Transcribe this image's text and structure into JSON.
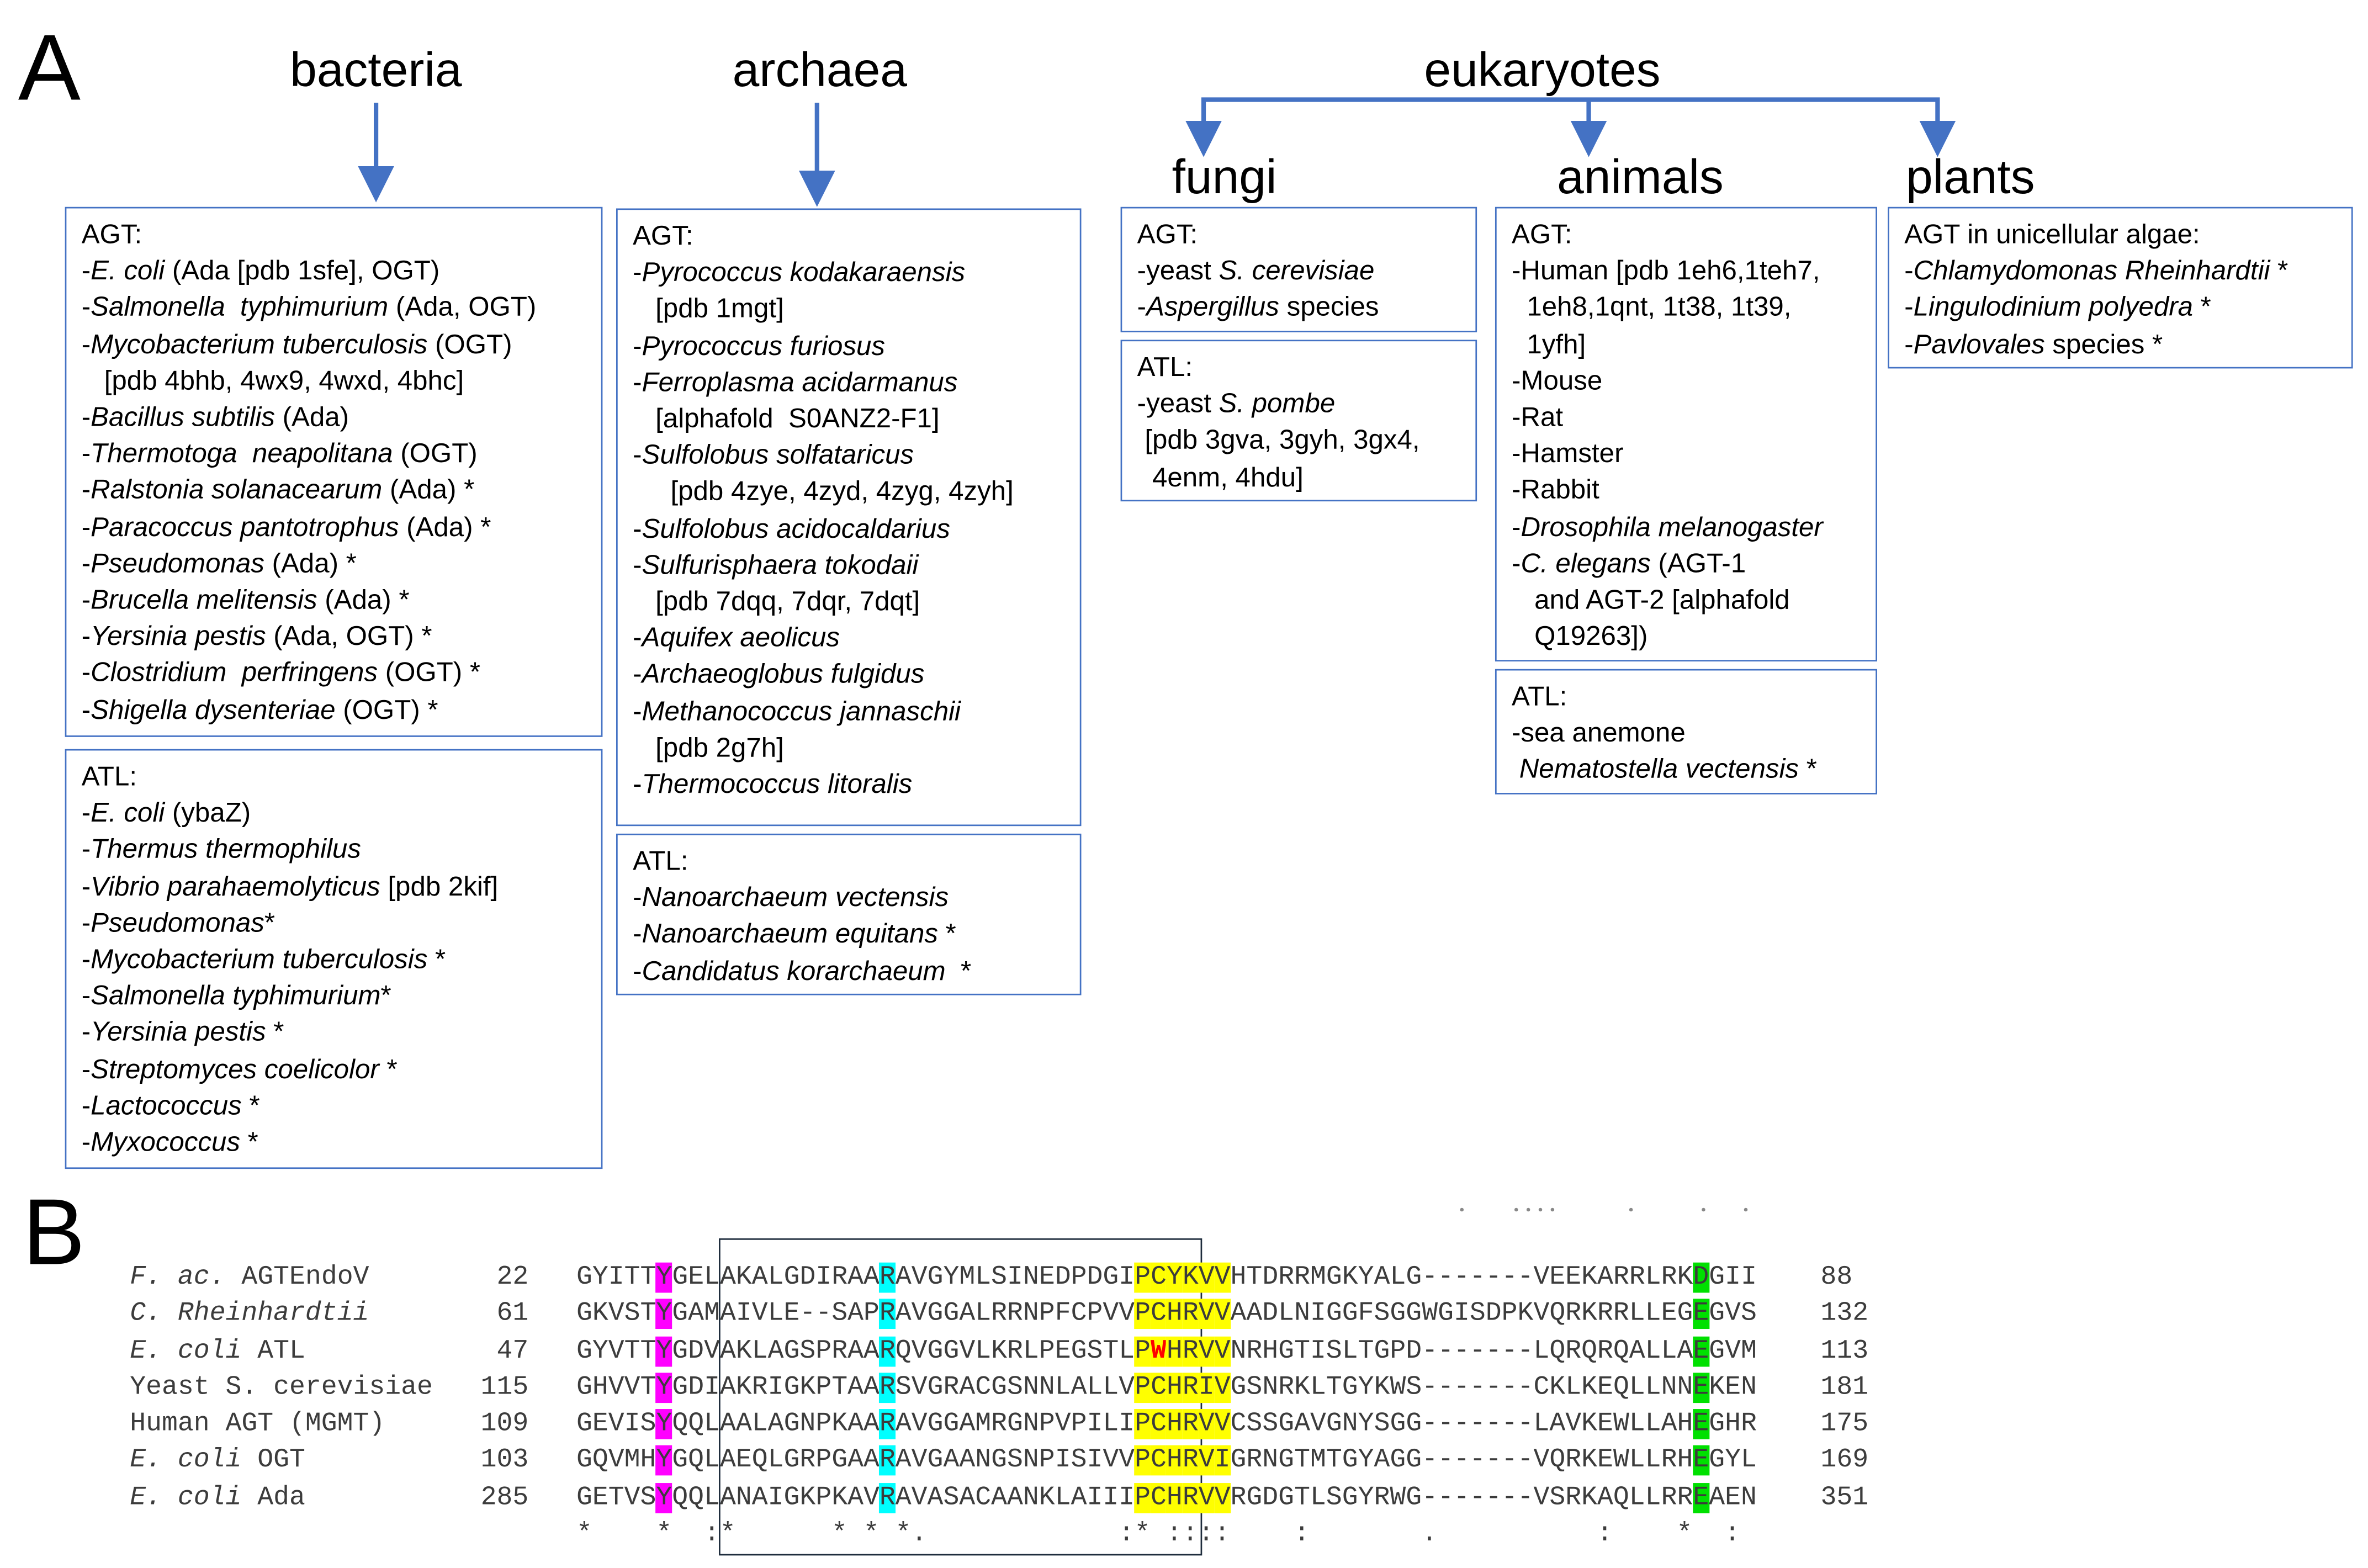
{
  "panel_a": {
    "label": "A",
    "headers": {
      "bacteria": "bacteria",
      "archaea": "archaea",
      "eukaryotes": "eukaryotes",
      "fungi": "fungi",
      "animals": "animals",
      "plants": "plants"
    },
    "boxes": {
      "bacteria_agt": [
        [
          {
            "t": "AGT:"
          }
        ],
        [
          {
            "t": "-"
          },
          {
            "t": "E. coli",
            "i": true
          },
          {
            "t": " (Ada [pdb 1sfe], OGT)"
          }
        ],
        [
          {
            "t": "-"
          },
          {
            "t": "Salmonella  typhimurium",
            "i": true
          },
          {
            "t": " (Ada, OGT)"
          }
        ],
        [
          {
            "t": "-"
          },
          {
            "t": "Mycobacterium tuberculosis",
            "i": true
          },
          {
            "t": " (OGT)"
          }
        ],
        [
          {
            "t": "   [pdb 4bhb, 4wx9, 4wxd, 4bhc]"
          }
        ],
        [
          {
            "t": "-"
          },
          {
            "t": "Bacillus subtilis",
            "i": true
          },
          {
            "t": " (Ada)"
          }
        ],
        [
          {
            "t": "-"
          },
          {
            "t": "Thermotoga  neapolitana",
            "i": true
          },
          {
            "t": " (OGT)"
          }
        ],
        [
          {
            "t": "-"
          },
          {
            "t": "Ralstonia solanacearum",
            "i": true
          },
          {
            "t": " (Ada) *"
          }
        ],
        [
          {
            "t": "-"
          },
          {
            "t": "Paracoccus pantotrophus",
            "i": true
          },
          {
            "t": " (Ada) *"
          }
        ],
        [
          {
            "t": "-"
          },
          {
            "t": "Pseudomonas",
            "i": true
          },
          {
            "t": " (Ada) *"
          }
        ],
        [
          {
            "t": "-"
          },
          {
            "t": "Brucella melitensis",
            "i": true
          },
          {
            "t": " (Ada) *"
          }
        ],
        [
          {
            "t": "-"
          },
          {
            "t": "Yersinia pestis",
            "i": true
          },
          {
            "t": " (Ada, OGT) *"
          }
        ],
        [
          {
            "t": "-"
          },
          {
            "t": "Clostridium  perfringens",
            "i": true
          },
          {
            "t": " (OGT) *"
          }
        ],
        [
          {
            "t": "-"
          },
          {
            "t": "Shigella dysenteriae",
            "i": true
          },
          {
            "t": " (OGT) *"
          }
        ]
      ],
      "bacteria_atl": [
        [
          {
            "t": "ATL:"
          }
        ],
        [
          {
            "t": "-"
          },
          {
            "t": "E. coli",
            "i": true
          },
          {
            "t": " (ybaZ)"
          }
        ],
        [
          {
            "t": "-"
          },
          {
            "t": "Thermus thermophilus",
            "i": true
          }
        ],
        [
          {
            "t": "-"
          },
          {
            "t": "Vibrio parahaemolyticus",
            "i": true
          },
          {
            "t": " [pdb 2kif]"
          }
        ],
        [
          {
            "t": "-"
          },
          {
            "t": "Pseudomonas",
            "i": true
          },
          {
            "t": "*"
          }
        ],
        [
          {
            "t": "-"
          },
          {
            "t": "Mycobacterium tuberculosis",
            "i": true
          },
          {
            "t": " *"
          }
        ],
        [
          {
            "t": "-"
          },
          {
            "t": "Salmonella typhimurium",
            "i": true
          },
          {
            "t": "*"
          }
        ],
        [
          {
            "t": "-"
          },
          {
            "t": "Yersinia pestis",
            "i": true
          },
          {
            "t": " *"
          }
        ],
        [
          {
            "t": "-"
          },
          {
            "t": "Streptomyces coelicolor",
            "i": true
          },
          {
            "t": " *"
          }
        ],
        [
          {
            "t": "-"
          },
          {
            "t": "Lactococcus",
            "i": true
          },
          {
            "t": " *"
          }
        ],
        [
          {
            "t": "-"
          },
          {
            "t": "Myxococcus",
            "i": true
          },
          {
            "t": " *"
          }
        ]
      ],
      "archaea_agt": [
        [
          {
            "t": "AGT:"
          }
        ],
        [
          {
            "t": "-"
          },
          {
            "t": "Pyrococcus kodakaraensis",
            "i": true
          }
        ],
        [
          {
            "t": "   [pdb 1mgt]"
          }
        ],
        [
          {
            "t": "-"
          },
          {
            "t": "Pyrococcus furiosus",
            "i": true
          }
        ],
        [
          {
            "t": "-"
          },
          {
            "t": "Ferroplasma acidarmanus",
            "i": true
          }
        ],
        [
          {
            "t": "   [alphafold  S0ANZ2-F1]"
          }
        ],
        [
          {
            "t": "-"
          },
          {
            "t": "Sulfolobus solfataricus",
            "i": true
          }
        ],
        [
          {
            "t": "     [pdb 4zye, 4zyd, 4zyg, 4zyh]"
          }
        ],
        [
          {
            "t": "-"
          },
          {
            "t": "Sulfolobus acidocaldarius",
            "i": true
          }
        ],
        [
          {
            "t": "-"
          },
          {
            "t": "Sulfurisphaera tokodaii",
            "i": true
          }
        ],
        [
          {
            "t": "   [pdb 7dqq, 7dqr, 7dqt]"
          }
        ],
        [
          {
            "t": "-"
          },
          {
            "t": "Aquifex aeolicus",
            "i": true
          }
        ],
        [
          {
            "t": "-"
          },
          {
            "t": "Archaeoglobus fulgidus",
            "i": true
          }
        ],
        [
          {
            "t": "-"
          },
          {
            "t": "Methanococcus jannaschii",
            "i": true
          }
        ],
        [
          {
            "t": "   [pdb 2g7h]"
          }
        ],
        [
          {
            "t": "-"
          },
          {
            "t": "Thermococcus litoralis",
            "i": true
          }
        ]
      ],
      "archaea_atl": [
        [
          {
            "t": "ATL:"
          }
        ],
        [
          {
            "t": "-"
          },
          {
            "t": "Nanoarchaeum vectensis",
            "i": true
          }
        ],
        [
          {
            "t": "-"
          },
          {
            "t": "Nanoarchaeum equitans",
            "i": true
          },
          {
            "t": " *"
          }
        ],
        [
          {
            "t": "-"
          },
          {
            "t": "Candidatus korarchaeum",
            "i": true
          },
          {
            "t": "  *"
          }
        ]
      ],
      "fungi_agt": [
        [
          {
            "t": "AGT:"
          }
        ],
        [
          {
            "t": "-yeast "
          },
          {
            "t": "S. cerevisiae",
            "i": true
          }
        ],
        [
          {
            "t": "-"
          },
          {
            "t": "Aspergillus",
            "i": true
          },
          {
            "t": " species"
          }
        ]
      ],
      "fungi_atl": [
        [
          {
            "t": "ATL:"
          }
        ],
        [
          {
            "t": "-yeast "
          },
          {
            "t": "S. pombe",
            "i": true
          }
        ],
        [
          {
            "t": " [pdb 3gva, 3gyh, 3gx4,"
          }
        ],
        [
          {
            "t": "  4enm, 4hdu]"
          }
        ]
      ],
      "animals_agt": [
        [
          {
            "t": "AGT:"
          }
        ],
        [
          {
            "t": "-Human [pdb 1eh6,1teh7,"
          }
        ],
        [
          {
            "t": "  1eh8,1qnt, 1t38, 1t39,"
          }
        ],
        [
          {
            "t": "  1yfh]"
          }
        ],
        [
          {
            "t": "-Mouse"
          }
        ],
        [
          {
            "t": "-Rat"
          }
        ],
        [
          {
            "t": "-Hamster"
          }
        ],
        [
          {
            "t": "-Rabbit"
          }
        ],
        [
          {
            "t": "-"
          },
          {
            "t": "Drosophila melanogaster",
            "i": true
          }
        ],
        [
          {
            "t": "-"
          },
          {
            "t": "C. elegans",
            "i": true
          },
          {
            "t": " (AGT-1"
          }
        ],
        [
          {
            "t": "   and AGT-2 [alphafold"
          }
        ],
        [
          {
            "t": "   Q19263])"
          }
        ]
      ],
      "animals_atl": [
        [
          {
            "t": "ATL:"
          }
        ],
        [
          {
            "t": "-sea anemone"
          }
        ],
        [
          {
            "t": " "
          },
          {
            "t": "Nematostella vectensis",
            "i": true
          },
          {
            "t": " *"
          }
        ]
      ],
      "plants_agt": [
        [
          {
            "t": "AGT in unicellular algae:"
          }
        ],
        [
          {
            "t": "-"
          },
          {
            "t": "Chlamydomonas Rheinhardtii",
            "i": true
          },
          {
            "t": " *"
          }
        ],
        [
          {
            "t": "-"
          },
          {
            "t": "Lingulodinium polyedra",
            "i": true
          },
          {
            "t": " *"
          }
        ],
        [
          {
            "t": "-"
          },
          {
            "t": "Pavlovales",
            "i": true
          },
          {
            "t": " species *"
          }
        ]
      ]
    }
  },
  "panel_b": {
    "label": "B",
    "rows": [
      {
        "name_italic": "F. ac.",
        "name_rest": " AGTEndoV",
        "start": "22",
        "seq": "GYITTYGELAKALGDIRAARAVGYMLSINEDPDGIPCYKVVHTDRRMGKYALG-------VEEKARRLRKDGII",
        "end": "88"
      },
      {
        "name_italic": "C. Rheinhardtii",
        "name_rest": "",
        "start": "61",
        "seq": "GKVSTYGAMAIVLE--SAPRAVGGALRRNPFCPVVPCHRVVAADLNIGGFSGGWGISDPKVQRKRRLLEGEGVS",
        "end": "132"
      },
      {
        "name_italic": "E. coli",
        "name_rest": " ATL",
        "start": "47",
        "seq": "GYVTTYGDVAKLAGSPRAARQVGGVLKRLPEGSTLPWHRVVNRHGTISLTGPD-------LQRQRQALLAEGVM",
        "end": "113"
      },
      {
        "name_italic": "",
        "name_rest": "Yeast S. cerevisiae",
        "start": "115",
        "seq": "GHVVTYGDIAKRIGKPTAARSVGRACGSNNLALLVPCHRIVGSNRKLTGYKWS-------CKLKEQLLNNEKEN",
        "end": "181"
      },
      {
        "name_italic": "",
        "name_rest": "Human AGT (MGMT)",
        "start": "109",
        "seq": "GEVISYQQLAALAGNPKAARAVGGAMRGNPVPILIPCHRVVCSSGAVGNYSGG-------LAVKEWLLAHEGHR",
        "end": "175"
      },
      {
        "name_italic": "E. coli",
        "name_rest": " OGT",
        "start": "103",
        "seq": "GQVMHYGQLAEQLGRPGAARAVGAANGSNPISIVVPCHRVIGRNGTMTGYAGG-------VQRKEWLLRHEGYL",
        "end": "169"
      },
      {
        "name_italic": "E. coli",
        "name_rest": " Ada",
        "start": "285",
        "seq": "GETVSYQQLANAIGKPKAVRAVASACAANKLAIIIPCHRVVRGDGTLSGYRWG-------VSRKAQLLRREAEN",
        "end": "351"
      }
    ],
    "conservation": "*    *  :*      * * *.            :* ::::    :       .          :    *  :",
    "highlights": {
      "magenta_col": 5,
      "cyan_col": 19,
      "yellow_start": 35,
      "yellow_end": 40,
      "green_col": 70,
      "red_row": 2,
      "red_col": 36
    },
    "colors": {
      "accent_blue": "#4472c4",
      "magenta": "#ff00ff",
      "cyan": "#00ffff",
      "yellow": "#ffff00",
      "green": "#00e000",
      "red": "#ff0000"
    }
  }
}
